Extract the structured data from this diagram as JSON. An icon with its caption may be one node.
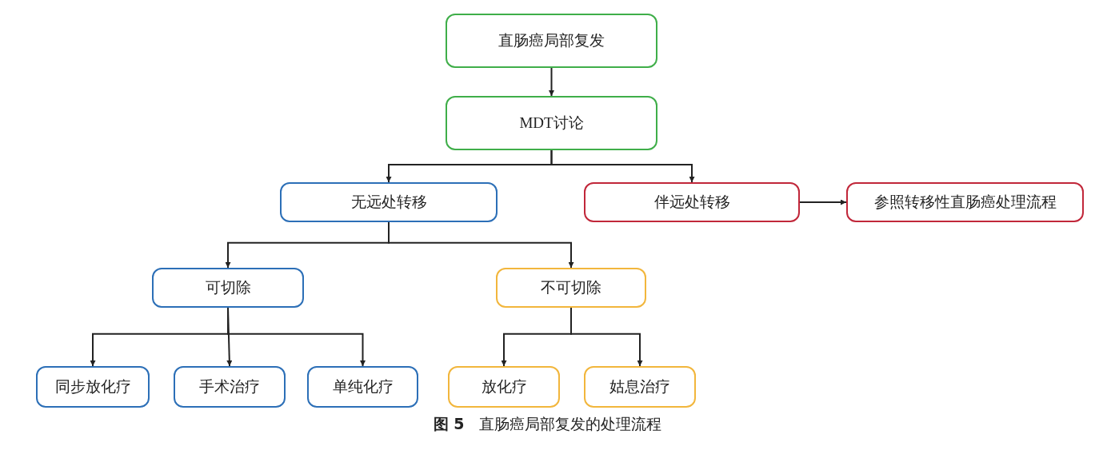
{
  "diagram": {
    "caption": "**图 5**　直肠癌局部复发的处理流程",
    "nodes": [
      {
        "text": [
          "直肠癌局部复发"
        ]
      },
      {
        "text": [
          "MDT讨论"
        ]
      },
      {
        "text": [
          "无远处转移"
        ]
      },
      {
        "text": [
          "伴远处转移"
        ]
      },
      {
        "text": [
          "参照转移性直肠癌处理流程"
        ]
      },
      {
        "text": [
          "可切除"
        ]
      },
      {
        "text": [
          "不可切除"
        ]
      },
      {
        "text": [
          "同步放化疗"
        ]
      },
      {
        "text": [
          "手术治疗"
        ]
      },
      {
        "text": [
          "单纯化疗"
        ]
      },
      {
        "text": [
          "放化疗"
        ]
      },
      {
        "text": [
          "姑息治疗"
        ]
      }
    ],
    "edges": [
      {
        "from": 0,
        "to": 1,
        "arrow": "to"
      },
      {
        "from": 1,
        "to": 2,
        "arrow": "to"
      },
      {
        "from": 1,
        "to": 3,
        "arrow": "to"
      },
      {
        "from": 3,
        "to": 4,
        "arrow": "to"
      },
      {
        "from": 2,
        "to": 5,
        "arrow": "to"
      },
      {
        "from": 2,
        "to": 6,
        "arrow": "to"
      },
      {
        "from": 5,
        "to": 7,
        "arrow": "to"
      },
      {
        "from": 5,
        "to": 8,
        "arrow": "to"
      },
      {
        "from": 5,
        "to": 9,
        "arrow": "to"
      },
      {
        "from": 6,
        "to": 10,
        "arrow": "to"
      },
      {
        "from": 6,
        "to": 11,
        "arrow": "to"
      }
    ]
  }
}
